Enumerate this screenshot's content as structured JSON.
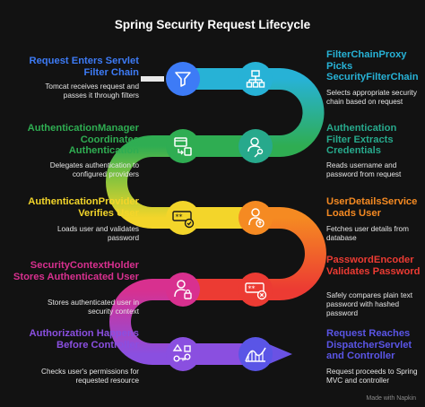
{
  "title": "Spring Security Request Lifecycle",
  "colors": {
    "background": "#121212",
    "blue": "#3D7BF6",
    "cyan": "#27B2D6",
    "teal": "#27A98C",
    "green": "#2FAD52",
    "lime": "#8FC53C",
    "yellow": "#F3D52A",
    "orange": "#F58A22",
    "red": "#EC3B33",
    "magenta": "#D8308F",
    "purple": "#8A4FE0",
    "indigo": "#5A55E6"
  },
  "steps": [
    {
      "heading": "Request Enters Servlet Filter Chain",
      "description": "Tomcat receives request and passes it through filters",
      "icon": "funnel-icon"
    },
    {
      "heading": "FilterChainProxy Picks SecurityFilterChain",
      "description": "Selects appropriate security chain based on request",
      "icon": "hierarchy-icon"
    },
    {
      "heading": "Authentication Filter Extracts Credentials",
      "description": "Reads username and password from request",
      "icon": "user-key-icon"
    },
    {
      "heading": "AuthenticationManager Coordinates Authentication",
      "description": "Delegates authentication to configured providers",
      "icon": "delegate-icon"
    },
    {
      "heading": "AuthenticationProvider Verifies User",
      "description": "Loads user and validates password",
      "icon": "password-check-icon"
    },
    {
      "heading": "UserDetailsService Loads User",
      "description": "Fetches user details from database",
      "icon": "user-load-icon"
    },
    {
      "heading": "PasswordEncoder Validates Password",
      "description": "Safely compares plain text password with hashed password",
      "icon": "password-error-icon"
    },
    {
      "heading": "SecurityContextHolder Stores Authenticated User",
      "description": "Stores authenticated user in security context",
      "icon": "user-lock-icon"
    },
    {
      "heading": "Authorization Happens Before Controller",
      "description": "Checks user's permissions for requested resource",
      "icon": "shapes-key-icon"
    },
    {
      "heading": "Request Reaches DispatcherServlet and Controller",
      "description": "Request proceeds to Spring MVC and controller",
      "icon": "rollercoaster-icon"
    }
  ],
  "watermark": "Made with Napkin"
}
